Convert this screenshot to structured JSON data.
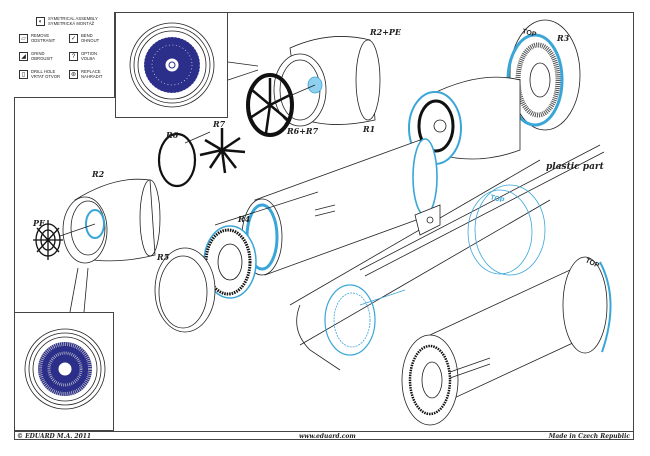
{
  "legend": {
    "items": [
      {
        "icon": "symmetrical-assembly-icon",
        "glyph": "◐",
        "line1": "SYMETRICAL ASSEMBLY",
        "line2": "SYMETRICKÁ MONTÁŽ"
      },
      {
        "icon": "remove-icon",
        "glyph": "▱",
        "line1": "REMOVE",
        "line2": "ODSTRANIT"
      },
      {
        "icon": "bend-icon",
        "glyph": "✓",
        "line1": "BEND",
        "line2": "OHNOUT"
      },
      {
        "icon": "grind-icon",
        "glyph": "◢",
        "line1": "GRIND",
        "line2": "OBROUSIT"
      },
      {
        "icon": "option-icon",
        "glyph": "?",
        "line1": "OPTION",
        "line2": "VOLBA"
      },
      {
        "icon": "drill-hole-icon",
        "glyph": "▯",
        "line1": "DRILL HOLE",
        "line2": "VRTAT OTVOR"
      },
      {
        "icon": "replace-icon",
        "glyph": "⊛",
        "line1": "REPLACE",
        "line2": "NAHRADIT"
      }
    ]
  },
  "parts": {
    "r2_pe": "R2+PE",
    "r3": "R3",
    "r6_r7": "R6+R7",
    "r6": "R6",
    "r7": "R7",
    "r1": "R1",
    "r2": "R2",
    "pe": "PE",
    "r4": "R4",
    "r5": "R5",
    "top_mark_1": "TOP",
    "top_mark_2": "TOP",
    "top_mark_3": "TOP"
  },
  "annotations": {
    "plastic_part": "plastic part"
  },
  "footer": {
    "copyright": "© EDUARD  M.A. 2011",
    "website": "www.eduard.com",
    "origin": "Made in Czech Republic"
  },
  "colors": {
    "line": "#222222",
    "highlight_blue": "#3aa6d8",
    "detail_navy": "#2b2f8a"
  }
}
